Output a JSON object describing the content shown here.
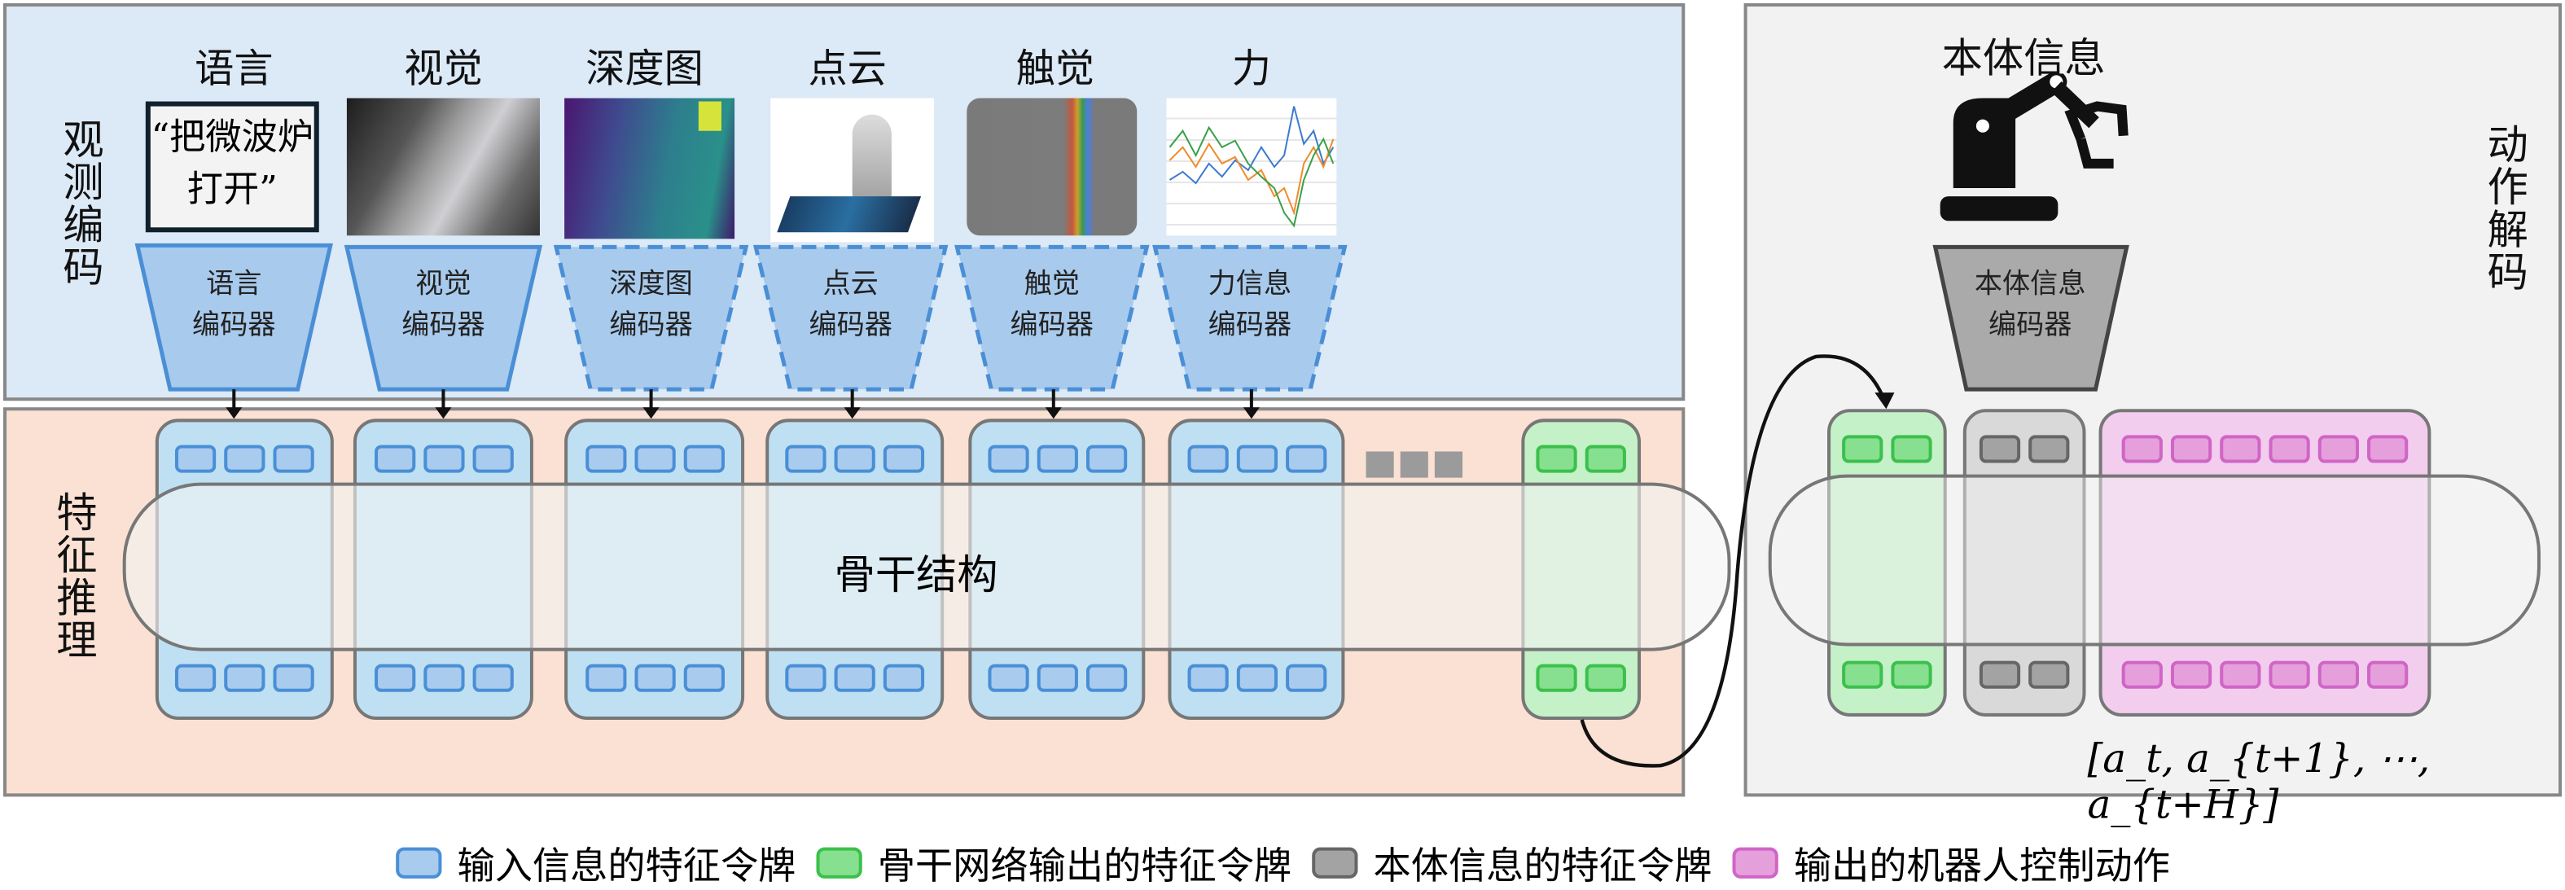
{
  "observation": {
    "section_label": "观测编码",
    "modalities": [
      {
        "title": "语言",
        "encoder": [
          "语言",
          "编码器"
        ],
        "dashed": false,
        "image": "text-card"
      },
      {
        "title": "视觉",
        "encoder": [
          "视觉",
          "编码器"
        ],
        "dashed": false,
        "image": "camera-photo"
      },
      {
        "title": "深度图",
        "encoder": [
          "深度图",
          "编码器"
        ],
        "dashed": true,
        "image": "depth-map"
      },
      {
        "title": "点云",
        "encoder": [
          "点云",
          "编码器"
        ],
        "dashed": true,
        "image": "point-cloud"
      },
      {
        "title": "触觉",
        "encoder": [
          "触觉",
          "编码器"
        ],
        "dashed": true,
        "image": "tactile-image"
      },
      {
        "title": "力",
        "encoder": [
          "力信息",
          "编码器"
        ],
        "dashed": true,
        "image": "force-plot"
      }
    ],
    "language_instruction": "“把微波炉打开”"
  },
  "reasoning": {
    "section_label": "特征推理",
    "backbone_label": "骨干结构"
  },
  "action": {
    "section_label": "动作解码",
    "proprio_title": "本体信息",
    "proprio_encoder": [
      "本体信息",
      "编码器"
    ],
    "action_sequence": "[a_t, a_{t+1}, ⋯, a_{t+H}]"
  },
  "legend": [
    {
      "label": "输入信息的特征令牌",
      "fill": "#a9cbee",
      "stroke": "#4a8fd6"
    },
    {
      "label": "骨干网络输出的特征令牌",
      "fill": "#86e08f",
      "stroke": "#3cc04c"
    },
    {
      "label": "本体信息的特征令牌",
      "fill": "#a3a3a3",
      "stroke": "#666666"
    },
    {
      "label": "输出的机器人控制动作",
      "fill": "#e5a0dc",
      "stroke": "#d065c6"
    }
  ],
  "colors": {
    "obs_bg": "#dce9f6",
    "reason_bg": "#fbe1d3",
    "action_bg": "#f2f2f2",
    "input_group": "#bfe0f3",
    "output_group": "#c5f1c8",
    "proprio_group": "#d9d9d9",
    "action_group": "#f2cdee"
  }
}
